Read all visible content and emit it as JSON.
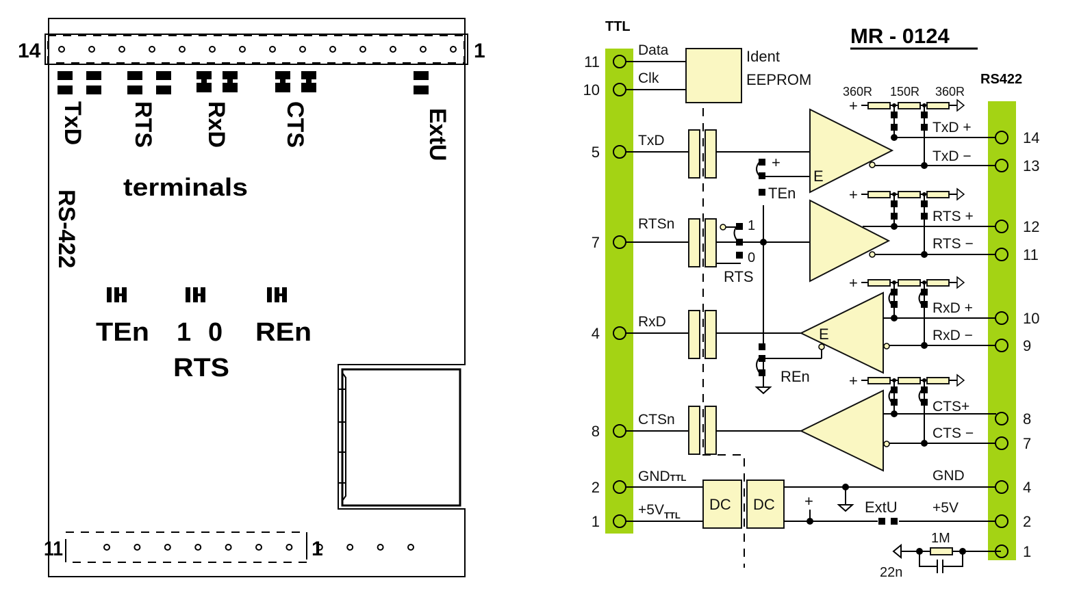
{
  "board": {
    "top_connector": {
      "left_label": "14",
      "right_label": "1",
      "pin_count": 14
    },
    "bottom_connector": {
      "left_label": "11",
      "right_label": "1",
      "pin_count": 11
    },
    "jumper_labels": [
      "TxD",
      "RTS",
      "RxD",
      "CTS",
      "ExtU"
    ],
    "terminals_label": "terminals",
    "rs422_label": "RS-422",
    "switch_labels": {
      "ten": "TEn",
      "rts_1": "1",
      "rts_0": "0",
      "rts": "RTS",
      "ren": "REn"
    }
  },
  "schematic": {
    "title": "MR - 0124",
    "ttl_header": "TTL",
    "rs422_header": "RS422",
    "eeprom": {
      "line1": "Ident",
      "line2": "EEPROM"
    },
    "ttl_pins": [
      {
        "num": "11",
        "signal": "Data"
      },
      {
        "num": "10",
        "signal": "Clk"
      },
      {
        "num": "5",
        "signal": "TxD"
      },
      {
        "num": "7",
        "signal": "RTSn"
      },
      {
        "num": "4",
        "signal": "RxD"
      },
      {
        "num": "8",
        "signal": "CTSn"
      },
      {
        "num": "2",
        "signal": "GND",
        "sub": "TTL"
      },
      {
        "num": "1",
        "signal": "+5V",
        "sub": "TTL"
      }
    ],
    "rs422_pins": [
      {
        "num": "14",
        "signal": "TxD +"
      },
      {
        "num": "13",
        "signal": "TxD −"
      },
      {
        "num": "12",
        "signal": "RTS +"
      },
      {
        "num": "11",
        "signal": "RTS −"
      },
      {
        "num": "10",
        "signal": "RxD +"
      },
      {
        "num": "9",
        "signal": "RxD −"
      },
      {
        "num": "8",
        "signal": "CTS+"
      },
      {
        "num": "7",
        "signal": "CTS −"
      },
      {
        "num": "4",
        "signal": "GND"
      },
      {
        "num": "2",
        "signal": "+5V"
      },
      {
        "num": "1",
        "signal": ""
      }
    ],
    "resistor_labels": [
      "360R",
      "150R",
      "360R"
    ],
    "plus": "+",
    "enable_label": "E",
    "ten_label": "TEn",
    "ren_label": "REn",
    "rts_sel": {
      "one": "1",
      "zero": "0",
      "label": "RTS"
    },
    "dc_label": "DC",
    "extu_label": "ExtU",
    "shield_r": "1M",
    "shield_c": "22n"
  }
}
